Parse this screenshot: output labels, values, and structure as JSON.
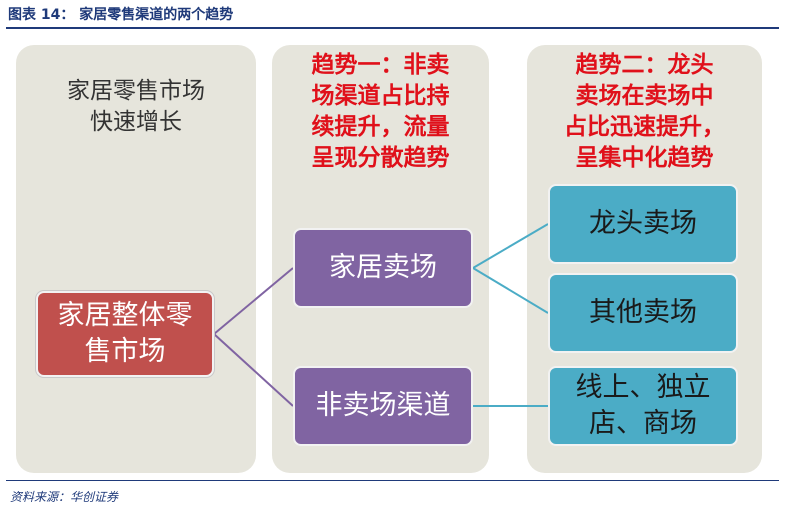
{
  "figure_title": "图表 14：  家居零售渠道的两个趋势",
  "source": "资料来源：华创证券",
  "columns": {
    "col1_heading": "家居零售市场\n快速增长",
    "col2_heading": "趋势一：非卖\n场渠道占比持\n续提升，流量\n呈现分散趋势",
    "col3_heading": "趋势二：龙头\n卖场在卖场中\n占比迅速提升，\n呈集中化趋势"
  },
  "nodes": {
    "root": "家居整体零\n售市场",
    "mall": "家居卖场",
    "non_mall": "非卖场渠道",
    "leading_mall": "龙头卖场",
    "other_mall": "其他卖场",
    "online": "线上、独立\n店、商场"
  },
  "colors": {
    "title": "#1f3a7a",
    "column_bg": "#e6e5dc",
    "root_node": "#c0504d",
    "level2_node": "#8064a2",
    "level3_node": "#4bacc6",
    "trend_text": "#e0101a",
    "root_links": "#8064a2",
    "level2_links": "#4bacc6"
  }
}
